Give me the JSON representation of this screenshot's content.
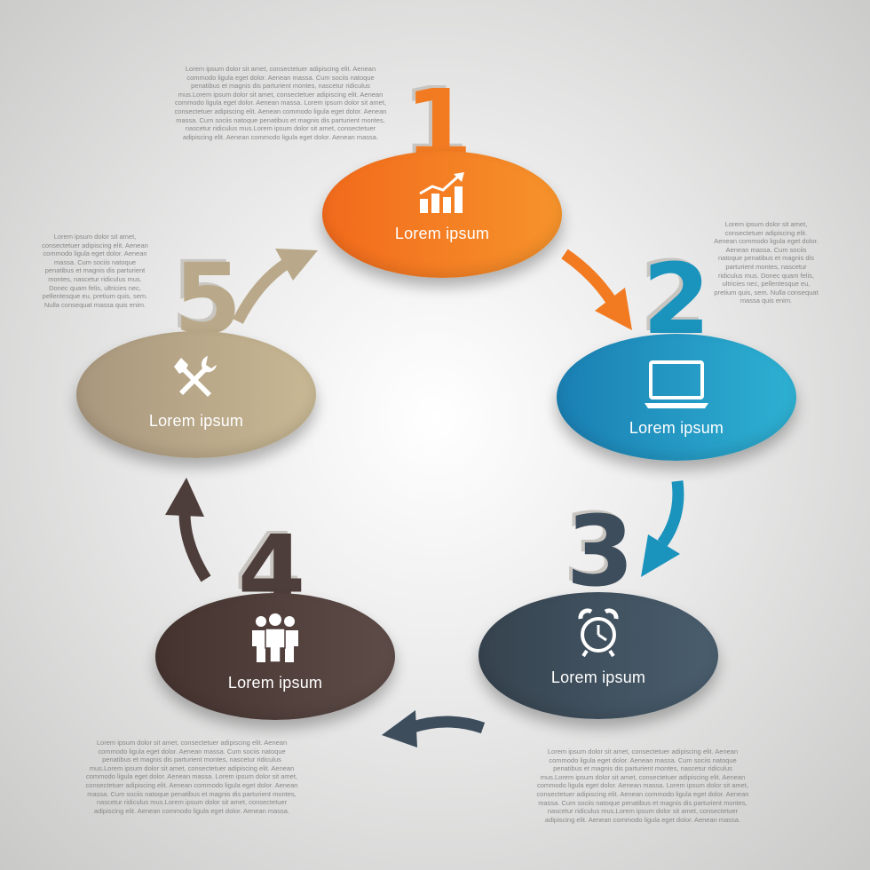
{
  "steps": [
    {
      "number": "1",
      "label": "Lorem ipsum",
      "icon": "growth-chart-icon",
      "color": "#f27b22",
      "description": "Lorem ipsum dolor sit amet, consectetuer adipiscing elit. Aenean commodo ligula eget dolor. Aenean massa. Cum sociis natoque penatibus et magnis dis parturient montes, nascetur ridiculus mus.Lorem ipsum dolor sit amet, consectetuer adipiscing elit. Aenean commodo ligula eget dolor. Aenean massa. Lorem ipsum dolor sit amet, consectetuer adipiscing elit. Aenean commodo ligula eget dolor. Aenean massa. Cum sociis natoque penatibus et magnis dis parturient montes, nascetur ridiculus mus.Lorem ipsum dolor sit amet, consectetuer adipiscing elit. Aenean commodo ligula eget dolor. Aenean massa."
    },
    {
      "number": "2",
      "label": "Lorem ipsum",
      "icon": "laptop-icon",
      "color": "#1a93bd",
      "description": "Lorem ipsum dolor sit amet, consectetuer adipiscing elit. Aenean commodo ligula eget dolor. Aenean massa. Cum sociis natoque penatibus et magnis dis parturient montes, nascetur ridiculus mus. Donec quam felis, ultricies nec, pellentesque eu, pretium quis, sem. Nulla consequat massa quis enim."
    },
    {
      "number": "3",
      "label": "Lorem ipsum",
      "icon": "alarm-clock-icon",
      "color": "#3d4d5c",
      "description": "Lorem ipsum dolor sit amet, consectetuer adipiscing elit. Aenean commodo ligula eget dolor. Aenean massa. Cum sociis natoque penatibus et magnis dis parturient montes, nascetur ridiculus mus.Lorem ipsum dolor sit amet, consectetuer adipiscing elit. Aenean commodo ligula eget dolor. Aenean massa. Lorem ipsum dolor sit amet, consectetuer adipiscing elit. Aenean commodo ligula eget dolor. Aenean massa. Cum sociis natoque penatibus et magnis dis parturient montes, nascetur ridiculus mus.Lorem ipsum dolor sit amet, consectetuer adipiscing elit. Aenean commodo ligula eget dolor. Aenean massa."
    },
    {
      "number": "4",
      "label": "Lorem ipsum",
      "icon": "team-people-icon",
      "color": "#4e3e3b",
      "description": "Lorem ipsum dolor sit amet, consectetuer adipiscing elit. Aenean commodo ligula eget dolor. Aenean massa. Cum sociis natoque penatibus et magnis dis parturient montes, nascetur ridiculus mus.Lorem ipsum dolor sit amet, consectetuer adipiscing elit. Aenean commodo ligula eget dolor. Aenean massa. Lorem ipsum dolor sit amet, consectetuer adipiscing elit. Aenean commodo ligula eget dolor. Aenean massa. Cum sociis natoque penatibus et magnis dis parturient montes, nascetur ridiculus mus.Lorem ipsum dolor sit amet, consectetuer adipiscing elit. Aenean commodo ligula eget dolor. Aenean massa."
    },
    {
      "number": "5",
      "label": "Lorem ipsum",
      "icon": "tools-icon",
      "color": "#b9a98a",
      "description": "Lorem ipsum dolor sit amet, consectetuer adipiscing elit. Aenean commodo ligula eget dolor. Aenean massa. Cum sociis natoque penatibus et magnis dis parturient montes, nascetur ridiculus mus. Donec quam felis, ultricies nec, pellentesque eu, pretium quis, sem. Nulla consequat massa quis enim."
    }
  ]
}
